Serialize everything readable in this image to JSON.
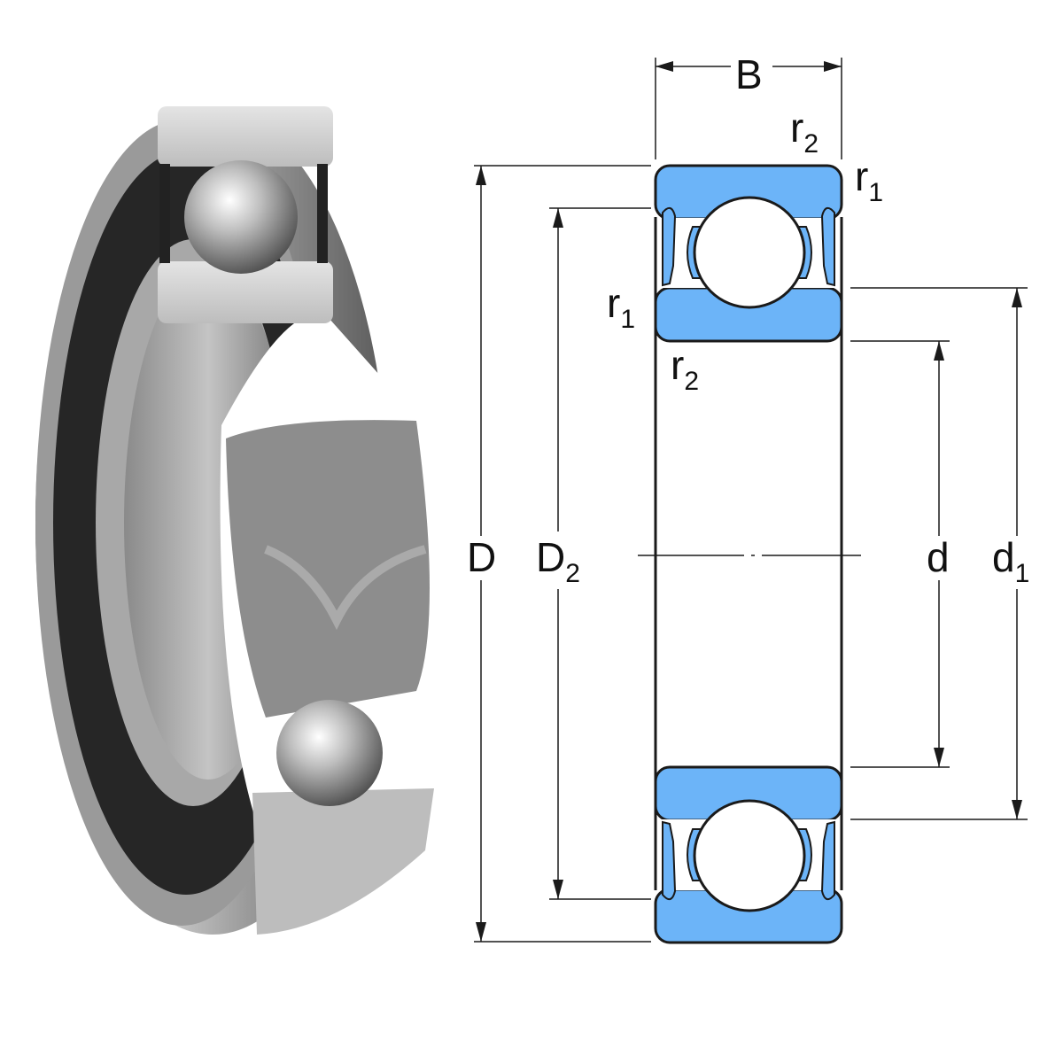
{
  "colors": {
    "section_fill": "#6cb4f8",
    "line": "#1a1a1a",
    "steel": "#b8b8b8",
    "seal": "#262626"
  },
  "labels": {
    "B": "B",
    "r2_top": {
      "base": "r",
      "sub": "2"
    },
    "r1_top": {
      "base": "r",
      "sub": "1"
    },
    "r1_left": {
      "base": "r",
      "sub": "1"
    },
    "r2_left": {
      "base": "r",
      "sub": "2"
    },
    "D": "D",
    "D2": {
      "base": "D",
      "sub": "2"
    },
    "d": "d",
    "d1": {
      "base": "d",
      "sub": "1"
    }
  }
}
